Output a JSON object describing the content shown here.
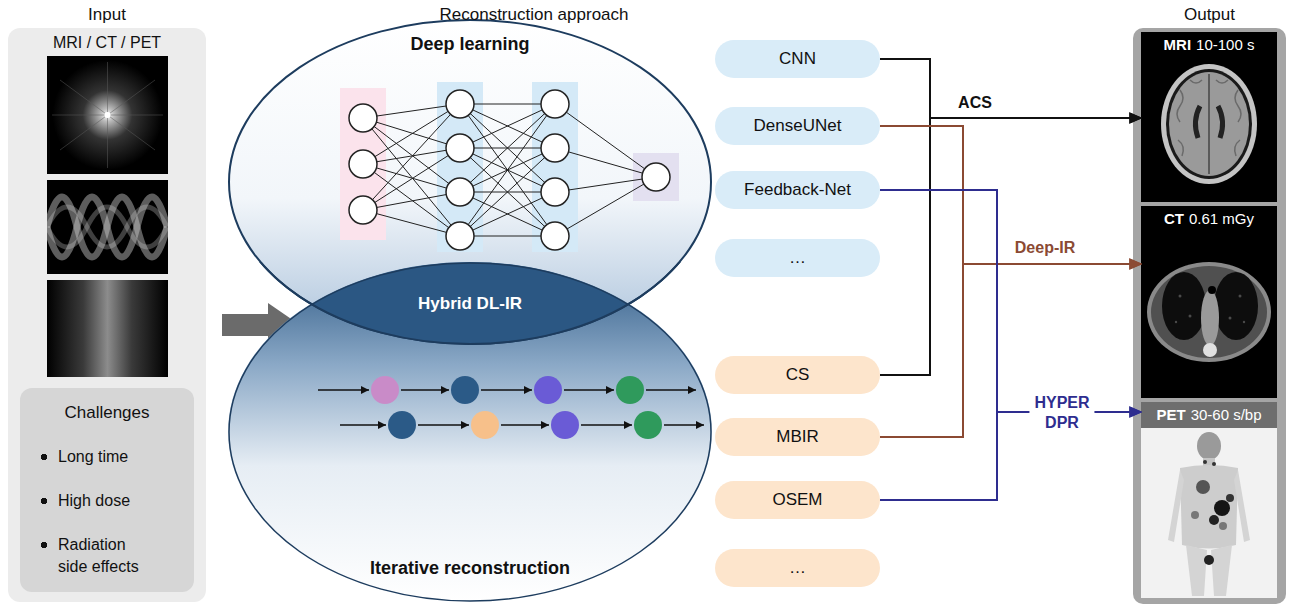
{
  "diagram": {
    "nodes": [
      {
        "text": [
          "Input",
          "MRI / CT / PET"
        ]
      },
      {
        "text": [
          "Challenges",
          "Long time",
          "High dose",
          "Radiation side effects"
        ],
        "in": 0
      },
      {
        "text": [
          "Deep learning"
        ]
      },
      {
        "text": [
          "Hybrid DL-IR"
        ]
      },
      {
        "text": [
          "Iterative reconstruction"
        ]
      },
      {
        "text": [
          "CNN"
        ]
      },
      {
        "text": [
          "DenseUNet"
        ]
      },
      {
        "text": [
          "Feedback-Net"
        ]
      },
      {
        "text": [
          "…"
        ]
      },
      {
        "text": [
          "CS"
        ]
      },
      {
        "text": [
          "MBIR"
        ]
      },
      {
        "text": [
          "OSEM"
        ]
      },
      {
        "text": [
          "…"
        ]
      },
      {
        "text": [
          "Output"
        ]
      },
      {
        "text": [
          "MRI",
          "10-100 s"
        ],
        "in": 13
      },
      {
        "text": [
          "CT",
          "0.61 mGy"
        ],
        "in": 13
      },
      {
        "text": [
          "PET",
          "30-60 s/bp"
        ],
        "in": 13
      }
    ],
    "edges": [
      {
        "from": 5,
        "to": 14,
        "label": "ACS",
        "arrow": "to"
      },
      {
        "from": 9,
        "to": 14,
        "arrow": "to"
      },
      {
        "from": 6,
        "to": 15,
        "label": "Deep-IR",
        "arrow": "to"
      },
      {
        "from": 10,
        "to": 15,
        "arrow": "to"
      },
      {
        "from": 7,
        "to": 16,
        "label": "HYPER DPR",
        "arrow": "to"
      },
      {
        "from": 11,
        "to": 16,
        "arrow": "to"
      }
    ],
    "labels": [
      "Reconstruction approach"
    ]
  }
}
